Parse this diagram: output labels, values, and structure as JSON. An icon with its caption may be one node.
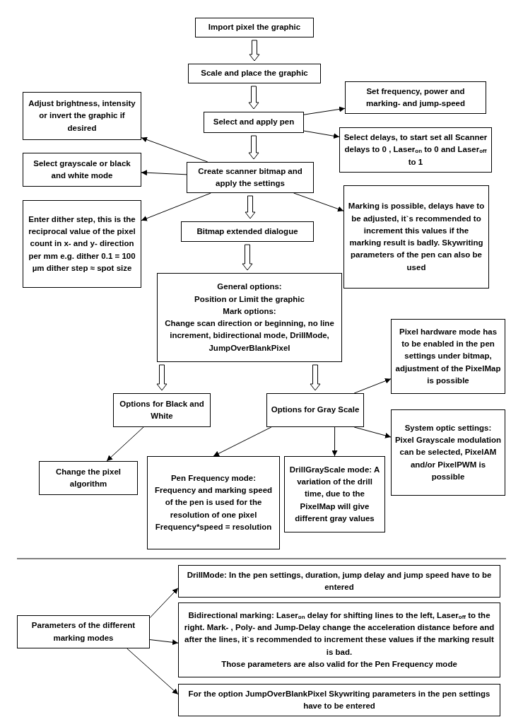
{
  "diagram": {
    "nodes": [
      {
        "text": [
          "Import pixel the graphic"
        ]
      },
      {
        "text": [
          "Scale and place the graphic"
        ]
      },
      {
        "text": [
          "Select and apply pen"
        ]
      },
      {
        "text": [
          "Set frequency, power and marking- and jump-speed"
        ]
      },
      {
        "text": [
          "Select delays, to start set all Scanner delays to 0 , Laser$_{on}$ to 0 and Laser$_{off}$ to 1"
        ]
      },
      {
        "text": [
          "Adjust brightness, intensity or invert the graphic if desired"
        ]
      },
      {
        "text": [
          "Select grayscale or black and white mode"
        ]
      },
      {
        "text": [
          "Create scanner bitmap and apply the settings"
        ]
      },
      {
        "text": [
          "Enter dither step, this is the reciprocal value of the pixel count in x- and y- direction per mm e.g. dither 0.1 = 100 µm dither step ≈ spot size"
        ]
      },
      {
        "text": [
          "Marking is possible, delays have to be adjusted, it`s recommended to increment this values if the marking result is badly. Skywriting parameters of the pen can also be used"
        ]
      },
      {
        "text": [
          "Bitmap extended dialogue"
        ]
      },
      {
        "text": [
          "General options:",
          "Position or Limit the graphic",
          "Mark options:",
          "Change scan direction or beginning, no line increment, bidirectional mode, DrillMode, JumpOverBlankPixel"
        ]
      },
      {
        "text": [
          "Options for Black and White"
        ]
      },
      {
        "text": [
          "Options for Gray Scale"
        ]
      },
      {
        "text": [
          "Pixel hardware mode has to be enabled in the pen settings under bitmap, adjustment of the PixelMap is possible"
        ]
      },
      {
        "text": [
          "System optic settings: Pixel Grayscale modulation can be selected, PixelAM and/or PixelPWM is possible"
        ]
      },
      {
        "text": [
          "Change the pixel algorithm"
        ]
      },
      {
        "text": [
          "Pen Frequency mode: Frequency and marking speed of the pen is used for the resolution of one pixel Frequency*speed = resolution"
        ]
      },
      {
        "text": [
          "DrillGrayScale mode: A variation of the drill time, due to the PixelMap will give different gray values"
        ]
      },
      {
        "text": [
          "Parameters of the different marking modes"
        ]
      },
      {
        "text": [
          "DrillMode: In the pen settings, duration, jump delay and jump speed have to be entered"
        ]
      },
      {
        "text": [
          "Bidirectional marking: Laser$_{on}$ delay for shifting lines to the left, Laser$_{off}$ to the right. Mark- , Poly- and Jump-Delay change the acceleration distance before and after the lines, it`s recommended to increment these values if the marking result is bad.",
          "Those parameters are also valid for the Pen Frequency mode"
        ]
      },
      {
        "text": [
          "For the option JumpOverBlankPixel Skywriting parameters in the pen settings have to be entered"
        ]
      }
    ],
    "edges": [
      {
        "from": 0,
        "to": 1,
        "arrow": "to",
        "style": "thick"
      },
      {
        "from": 1,
        "to": 2,
        "arrow": "to",
        "style": "thick"
      },
      {
        "from": 2,
        "to": 3,
        "arrow": "to"
      },
      {
        "from": 2,
        "to": 4,
        "arrow": "to"
      },
      {
        "from": 2,
        "to": 7,
        "arrow": "to",
        "style": "thick"
      },
      {
        "from": 7,
        "to": 5,
        "arrow": "to"
      },
      {
        "from": 7,
        "to": 6,
        "arrow": "to"
      },
      {
        "from": 7,
        "to": 8,
        "arrow": "to"
      },
      {
        "from": 7,
        "to": 9,
        "arrow": "to"
      },
      {
        "from": 7,
        "to": 10,
        "arrow": "to",
        "style": "thick"
      },
      {
        "from": 10,
        "to": 11,
        "arrow": "to",
        "style": "thick"
      },
      {
        "from": 11,
        "to": 12,
        "arrow": "to",
        "style": "thick"
      },
      {
        "from": 11,
        "to": 13,
        "arrow": "to",
        "style": "thick"
      },
      {
        "from": 13,
        "to": 14,
        "arrow": "to"
      },
      {
        "from": 13,
        "to": 15,
        "arrow": "to"
      },
      {
        "from": 12,
        "to": 16,
        "arrow": "to"
      },
      {
        "from": 13,
        "to": 17,
        "arrow": "to"
      },
      {
        "from": 13,
        "to": 18,
        "arrow": "to"
      },
      {
        "from": 19,
        "to": 20,
        "arrow": "to"
      },
      {
        "from": 19,
        "to": 21,
        "arrow": "to"
      },
      {
        "from": 19,
        "to": 22,
        "arrow": "to"
      }
    ]
  }
}
